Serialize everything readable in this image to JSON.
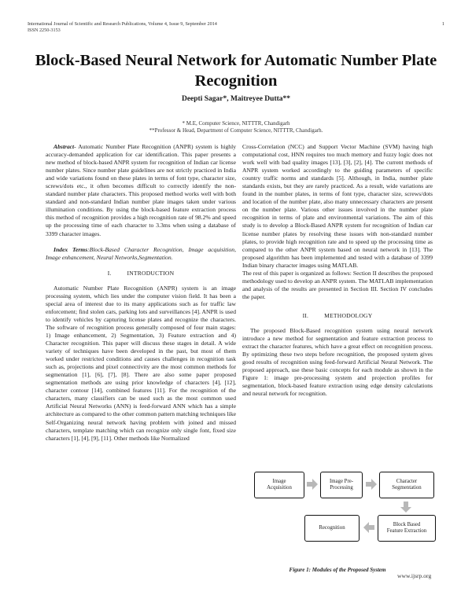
{
  "header": {
    "journal": "International Journal of Scientific and Research Publications, Volume 4, Issue 9, September 2014",
    "issn": "ISSN 2250-3153",
    "page_number": "1"
  },
  "paper": {
    "title": "Block-Based Neural Network for Automatic Number Plate Recognition",
    "authors": "Deepti Sagar*, Maitreyee Dutta**",
    "affiliations": [
      "* M.E, Computer Science, NITTTR, Chandigarh",
      "**Professor & Head, Department of Computer Science, NITTTR, Chandigarh."
    ]
  },
  "abstract": {
    "label": "Abstract",
    "text": "- Automatic Number Plate Recognition (ANPR) system is highly accuracy-demanded application for car identification. This paper presents a new method of block-based ANPR system for recognition of Indian car license number plates. Since number plate guidelines are not strictly practiced in India and wide variations found on these plates in terms of font type, character size, screws/dots etc., it often becomes difficult to correctly identify the non-standard number plate characters. This proposed method works well with both standard and non-standard Indian number plate images taken under various illumination conditions. By using the block-based feature extraction process this method of recognition provides a high recognition rate of 98.2% and speed up the processing time of each character to 3.3ms when using a database of 3399 character images."
  },
  "index_terms": {
    "label": "Index Terms",
    "text": ":Block-Based Character Recognition, Image acquisition, Image enhancement, Neural Networks,Segmentation."
  },
  "sections": [
    {
      "number": "I.",
      "heading": "INTRODUCTION",
      "paragraphs": [
        "Automatic Number Plate Recognition (ANPR) system is an image processing system, which lies under the computer vision field. It has been a special area of interest due to its many applications such as for traffic law enforcement; find stolen cars, parking lots and surveillances [4]. ANPR is used to identify vehicles by capturing license plates and recognize the characters. The software of recognition process generally composed of four main stages: 1) Image enhancement, 2) Segmentation, 3) Feature extraction and 4) Character recognition. This paper will discuss these stages in detail. A wide variety of techniques have been developed in the past, but most of them worked under restricted conditions and causes challenges in recognition task such as, projections and pixel connectivity are the most common methods for segmentation [1], [6], [7], [8]. There are also some paper proposed segmentation methods are using prior knowledge of characters [4], [12], character contour [14], combined features [11]. For the recognition of the characters, many classifiers can be used such as the most common used Artificial Neural Networks (ANN) is feed-forward ANN which has a simple architecture as compared to the other common pattern matching techniques like Self-Organizing neural network having problem with joined and missed characters, template matching which can recognize only single font, fixed size characters [1], [4], [9], [11]. Other methods like Normalized",
        "Cross-Correlation (NCC) and Support Vector Machine (SVM) having high computational cost, HNN requires too much memory and fuzzy logic does not work well with bad quality images [13], [3], [2], [4]. The current methods of ANPR system worked accordingly to the guiding parameters of specific country traffic norms and standards [5]. Although, in India, number plate standards exists, but they are rarely practiced. As a result, wide variations are found in the number plates, in terms of font type, character size, screws/dots and location of the number plate, also many unnecessary characters are present on the number plate. Various other issues involved in the number plate recognition in terms of plate and environmental variations. The aim of this study is to develop a Block-Based ANPR system for recognition of Indian car license number plates by resolving these issues with non-standard number plates, to provide high recognition rate and to speed up the processing time as compared to the other ANPR system based on neural network in [13]. The proposed algorithm has been implemented and tested with a database of 3399 Indian binary character images using MATLAB.",
        "The rest of this paper is organized as follows: Section II describes the proposed methodology used to develop an ANPR system. The MATLAB implementation and analysis of the results are presented in Section III. Section IV concludes the paper."
      ]
    },
    {
      "number": "II.",
      "heading": "METHODOLOGY",
      "paragraphs": [
        "The proposed Block-Based recognition system using neural network introduce a new method for segmentation and feature extraction process to extract the character features, which have a great effect on recognition process. By optimizing these two steps before recognition, the proposed system gives good results of recognition using feed-forward Artificial Neural Network. The proposed approach, use these basic concepts for each module as shown in the Figure 1: image pre-processing system and projection profiles for segmentation, block-based feature extraction using edge density calculations and neural network for recognition."
      ]
    }
  ],
  "figure": {
    "caption": "Figure 1: Modules of the Proposed System",
    "modules": [
      {
        "line1": "Image",
        "line2": "Acquisition"
      },
      {
        "line1": "Image Pre-",
        "line2": "Processing"
      },
      {
        "line1": "Character",
        "line2": "Segmentation"
      },
      {
        "line1": "Block Based",
        "line2": "Feature Extraction"
      },
      {
        "line1": "Recognition",
        "line2": ""
      }
    ],
    "arrow_color": "#b8b8b8"
  },
  "footer": {
    "website": "www.ijsrp.org"
  }
}
